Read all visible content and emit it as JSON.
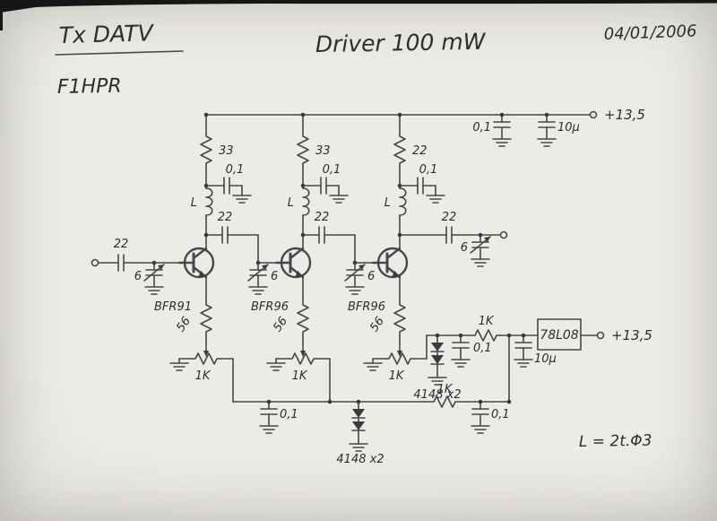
{
  "header": {
    "project": "Tx DATV",
    "callsign": "F1HPR",
    "title": "Driver 100 mW",
    "date": "04/01/2006"
  },
  "rails": {
    "vcc_top": "+13,5",
    "vcc_bottom": "+13,5"
  },
  "note": "L = 2t.Φ3",
  "parts": {
    "r_col1": "33",
    "r_col2": "33",
    "r_col3": "22",
    "c_dec1": "0,1",
    "c_dec2": "0,1",
    "c_dec3": "0,1",
    "c_rail": "0,1",
    "c_rail_el": "10μ",
    "l1": "L",
    "l2": "L",
    "l3": "L",
    "c_in": "22",
    "c_c12": "22",
    "c_c23": "22",
    "c_out": "22",
    "t_in": "6",
    "t_b2": "6",
    "t_b3": "6",
    "t_out": "6",
    "q1": "BFR91",
    "q2": "BFR96",
    "q3": "BFR96",
    "r_e1": "56",
    "r_e2": "56",
    "r_e3": "56",
    "pot1": "1K",
    "pot2": "1K",
    "pot3": "1K",
    "r_bias_a": "1K",
    "r_bias_b": "1K",
    "d_pair_a": "4148 x2",
    "d_pair_b": "4148 x2",
    "c_bias_a": "0,1",
    "c_bias_b1": "0,1",
    "c_bias_b2": "0,1",
    "c_reg": "10μ",
    "reg": "78L08"
  }
}
